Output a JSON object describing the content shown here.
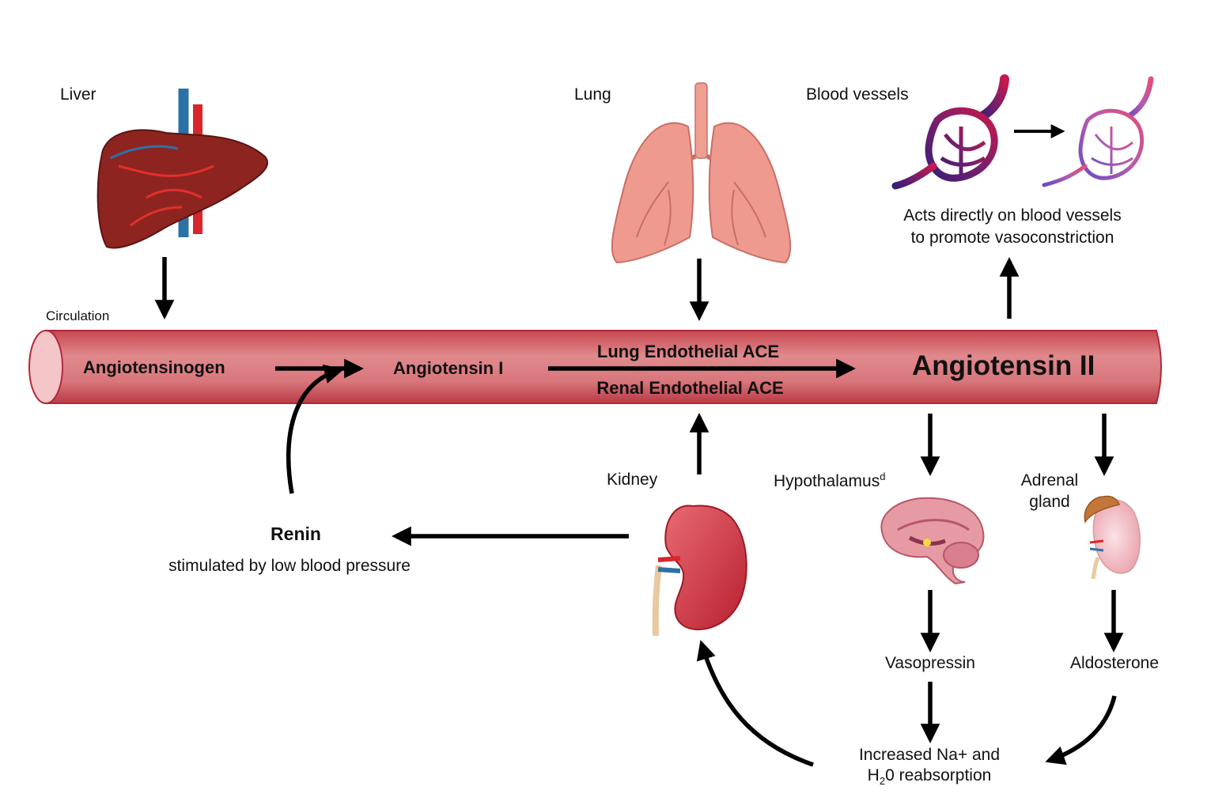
{
  "colors": {
    "vessel_fill": "#de7d81",
    "vessel_edge": "#c0364a",
    "liver": "#8e2420",
    "lung": "#ee9a8e",
    "kidney": "#d9404f",
    "brain": "#e69aa3",
    "arrow": "#000000"
  },
  "organs": {
    "liver": {
      "label": "Liver",
      "icon": "liver-icon"
    },
    "lung": {
      "label": "Lung",
      "icon": "lung-icon"
    },
    "blood_vessels": {
      "label": "Blood vessels",
      "icon": "blood-vessel-icon",
      "description_line1": "Acts directly on blood vessels",
      "description_line2": "to promote vasoconstriction"
    },
    "kidney": {
      "label": "Kidney",
      "icon": "kidney-icon"
    },
    "hypothalamus": {
      "label": "Hypothalamus",
      "superscript": "d",
      "icon": "brain-icon"
    },
    "adrenal": {
      "label_line1": "Adrenal",
      "label_line2": "gland",
      "icon": "adrenal-gland-icon"
    }
  },
  "circulation": {
    "label": "Circulation",
    "angiotensinogen": "Angiotensinogen",
    "angiotensin_i": "Angiotensin I",
    "angiotensin_ii": "Angiotensin II",
    "ace_lung": "Lung Endothelial ACE",
    "ace_renal": "Renal Endothelial ACE"
  },
  "renin": {
    "title": "Renin",
    "subtitle": "stimulated by low blood pressure"
  },
  "hormones": {
    "vasopressin": "Vasopressin",
    "aldosterone": "Aldosterone"
  },
  "reabsorption": {
    "line1": "Increased Na+ and",
    "line2_prefix": "H",
    "line2_sub": "2",
    "line2_suffix": "0 reabsorption"
  }
}
